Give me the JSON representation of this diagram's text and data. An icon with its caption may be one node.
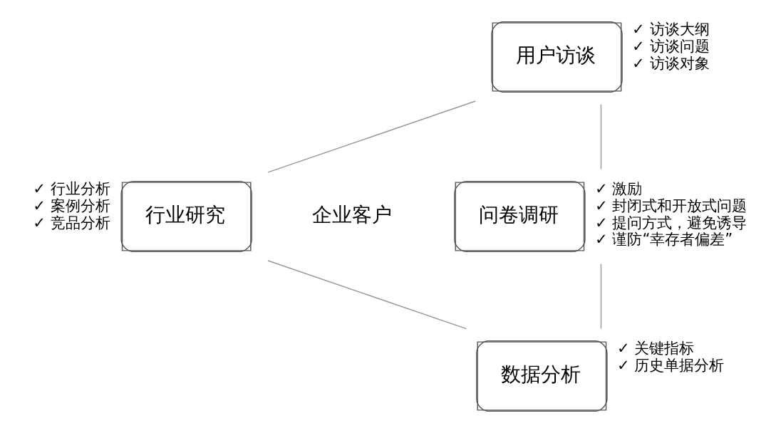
{
  "diagram": {
    "nodes": [
      {
        "text": [
          "用户访谈"
        ],
        "beside": [
          "✓ 访谈大纲",
          "✓ 访谈问题",
          "✓ 访谈对象"
        ]
      },
      {
        "text": [
          "行业研究"
        ],
        "beside": [
          "✓ 行业分析",
          "✓ 案例分析",
          "✓ 竞品分析"
        ]
      },
      {
        "text": [
          "问卷调研"
        ],
        "beside": [
          "✓ 激励",
          "✓ 封闭式和开放式问题",
          "✓ 提问方式，避免诱导",
          "✓ 谨防“幸存者偏差”"
        ]
      },
      {
        "text": [
          "数据分析"
        ],
        "beside": [
          "✓ 关键指标",
          "✓ 历史单据分析"
        ]
      }
    ],
    "edges": [
      {
        "from": 0,
        "to": 2,
        "arrow": "none"
      },
      {
        "from": 2,
        "to": 3,
        "arrow": "none"
      },
      {
        "from": 3,
        "to": 1,
        "arrow": "none"
      },
      {
        "from": 1,
        "to": 0,
        "arrow": "none"
      }
    ],
    "labels": [
      "企业客户"
    ]
  }
}
